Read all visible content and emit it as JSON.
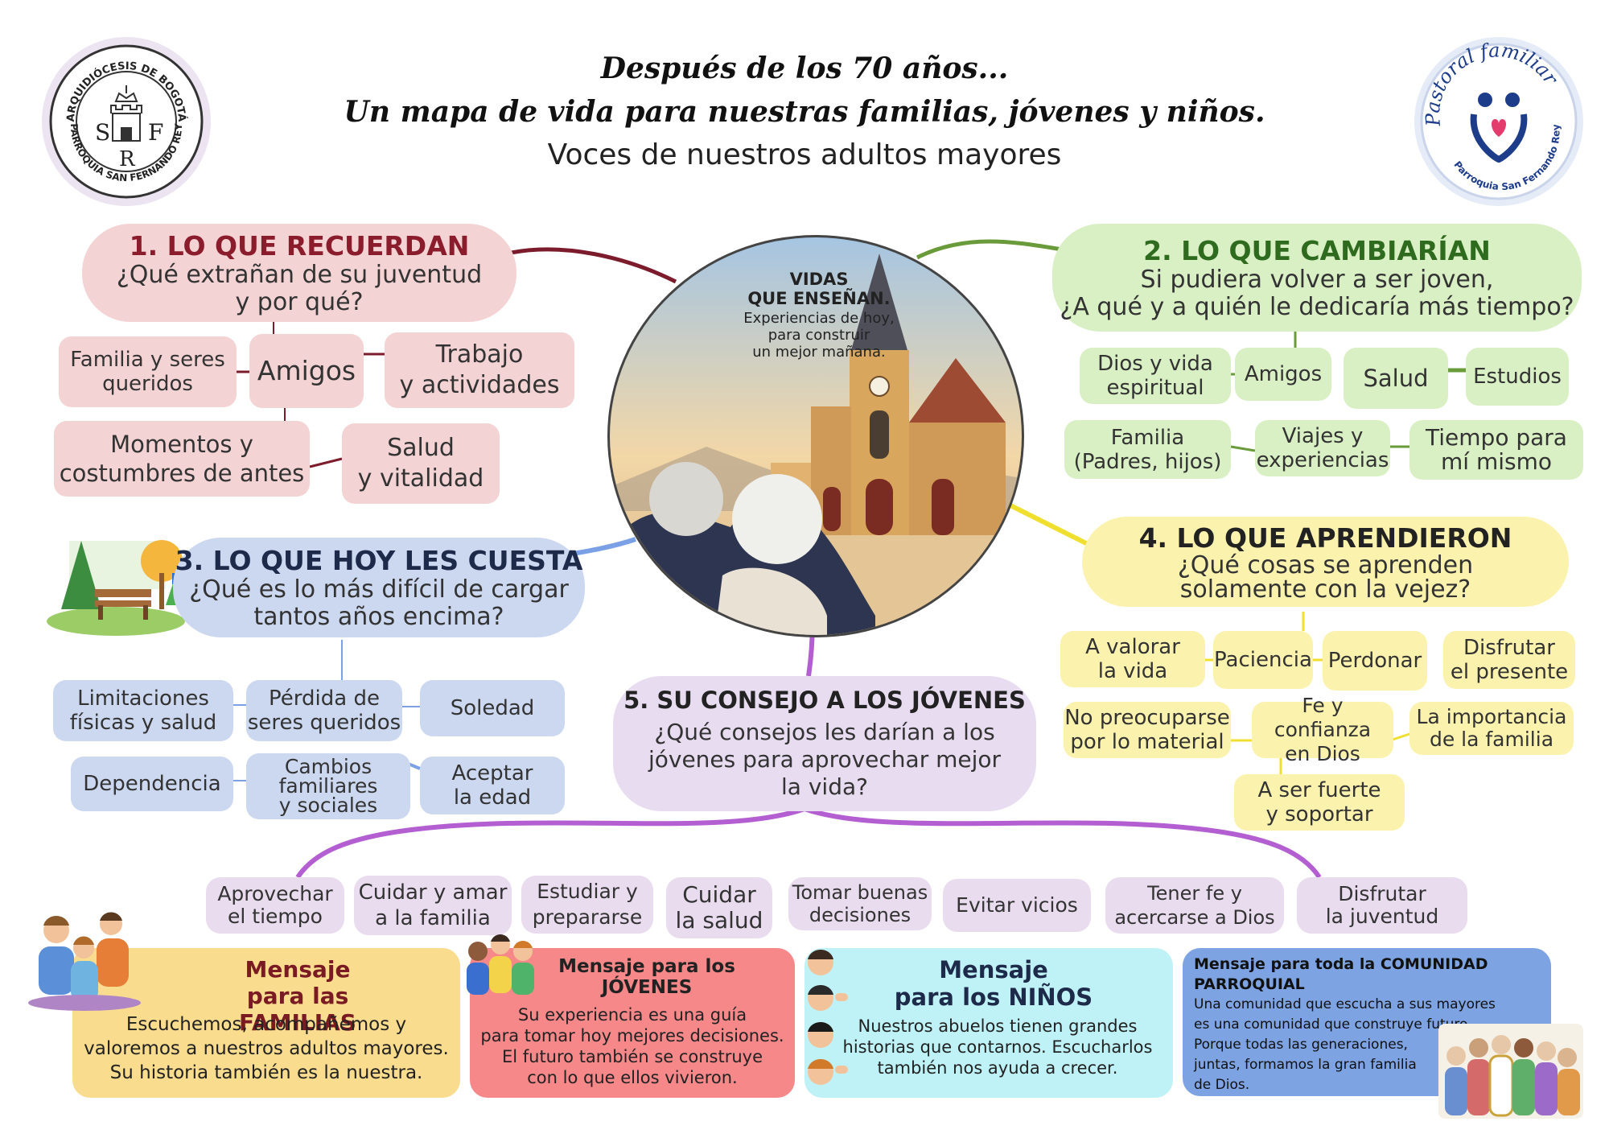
{
  "header": {
    "line1": "Después de los 70 años...",
    "line2": "Un mapa de vida para nuestras familias, jóvenes y niños.",
    "line3": "Voces de nuestros adultos mayores"
  },
  "logo_left": {
    "top_text": "ARQUIDIÓCESIS DE BOGOTÁ",
    "bottom_text": "PARROQUIA SAN FERNANDO REY",
    "letter_s": "S",
    "letter_f": "F",
    "letter_r": "R"
  },
  "logo_right": {
    "script_text": "Pastoral familiar",
    "bottom_text": "Parroquia San Fernando Rey"
  },
  "center": {
    "title_line1": "VIDAS",
    "title_line2": "QUE ENSEÑAN.",
    "sub_line1": "Experiencias de hoy,",
    "sub_line2": "para construir",
    "sub_line3": "un mejor mañana."
  },
  "section1": {
    "title": "1. LO QUE RECUERDAN",
    "question_line1": "¿Qué extrañan de su juventud",
    "question_line2": "y por qué?",
    "items": [
      {
        "l1": "Familia y seres",
        "l2": "queridos"
      },
      {
        "l1": "Amigos",
        "l2": ""
      },
      {
        "l1": "Trabajo",
        "l2": "y actividades"
      },
      {
        "l1": "Momentos y",
        "l2": "costumbres de antes"
      },
      {
        "l1": "Salud",
        "l2": "y vitalidad"
      }
    ]
  },
  "section2": {
    "title": "2. LO QUE CAMBIARÍAN",
    "question_line1": "Si pudiera volver a ser joven,",
    "question_line2": "¿A qué y a quién le dedicaría más tiempo?",
    "items": [
      {
        "l1": "Dios y vida",
        "l2": "espiritual"
      },
      {
        "l1": "Amigos",
        "l2": ""
      },
      {
        "l1": "Salud",
        "l2": ""
      },
      {
        "l1": "Estudios",
        "l2": ""
      },
      {
        "l1": "Familia",
        "l2": "(Padres, hijos)"
      },
      {
        "l1": "Viajes y",
        "l2": "experiencias"
      },
      {
        "l1": "Tiempo para",
        "l2": "mí mismo"
      }
    ]
  },
  "section3": {
    "title": "3. LO QUE HOY LES CUESTA",
    "question_line1": "¿Qué es lo más difícil de cargar",
    "question_line2": "tantos años encima?",
    "items": [
      {
        "l1": "Limitaciones",
        "l2": "físicas y salud",
        "l3": ""
      },
      {
        "l1": "Pérdida de",
        "l2": "seres queridos",
        "l3": ""
      },
      {
        "l1": "Soledad",
        "l2": "",
        "l3": ""
      },
      {
        "l1": "Dependencia",
        "l2": "",
        "l3": ""
      },
      {
        "l1": "Cambios",
        "l2": "familiares",
        "l3": "y sociales"
      },
      {
        "l1": "Aceptar",
        "l2": "la edad",
        "l3": ""
      }
    ]
  },
  "section4": {
    "title": "4. LO QUE APRENDIERON",
    "question_line1": "¿Qué cosas se aprenden",
    "question_line2": "solamente con la vejez?",
    "items": [
      {
        "l1": "A valorar",
        "l2": "la vida"
      },
      {
        "l1": "Paciencia",
        "l2": ""
      },
      {
        "l1": "Perdonar",
        "l2": ""
      },
      {
        "l1": "Disfrutar",
        "l2": "el presente"
      },
      {
        "l1": "No preocuparse",
        "l2": "por lo material"
      },
      {
        "l1": "Fe y confianza",
        "l2": "en Dios"
      },
      {
        "l1": "La importancia",
        "l2": "de la familia"
      },
      {
        "l1": "A ser fuerte",
        "l2": "y soportar"
      }
    ]
  },
  "section5": {
    "title": "5. SU CONSEJO A LOS JÓVENES",
    "question_line1": "¿Qué consejos les darían a los",
    "question_line2": "jóvenes para aprovechar mejor",
    "question_line3": "la vida?",
    "items": [
      {
        "l1": "Aprovechar",
        "l2": "el tiempo"
      },
      {
        "l1": "Cuidar y amar",
        "l2": "a la familia"
      },
      {
        "l1": "Estudiar y",
        "l2": "prepararse"
      },
      {
        "l1": "Cuidar",
        "l2": "la salud"
      },
      {
        "l1": "Tomar buenas",
        "l2": "decisiones"
      },
      {
        "l1": "Evitar vicios",
        "l2": ""
      },
      {
        "l1": "Tener fe y",
        "l2": "acercarse a Dios"
      },
      {
        "l1": "Disfrutar",
        "l2": "la juventud"
      }
    ]
  },
  "messages": {
    "familias": {
      "title_line1": "Mensaje",
      "title_line2": "para las FAMILIAS",
      "body_line1": "Escuchemos, acompañemos y",
      "body_line2": "valoremos a nuestros adultos mayores.",
      "body_line3": "Su historia también es la nuestra."
    },
    "jovenes": {
      "title_line1": "Mensaje para los",
      "title_line2": "JÓVENES",
      "body_line1": "Su experiencia es una guía",
      "body_line2": "para tomar hoy mejores decisiones.",
      "body_line3": "El futuro también se construye",
      "body_line4": "con lo que ellos vivieron."
    },
    "ninos": {
      "title_line1": "Mensaje",
      "title_line2": "para los NIÑOS",
      "body_line1": "Nuestros abuelos tienen grandes",
      "body_line2": "historias que contarnos. Escucharlos",
      "body_line3": "también nos ayuda a crecer."
    },
    "comunidad": {
      "title_line1": "Mensaje para toda la COMUNIDAD",
      "title_line2": "PARROQUIAL",
      "body_line1": "Una comunidad que escucha a sus mayores",
      "body_line2": "es una comunidad que construye futuro.",
      "body_line3": "Porque todas las generaciones,",
      "body_line4": "juntas, formamos la gran familia",
      "body_line5": "de Dios."
    }
  },
  "colors": {
    "s1_title": "#8a1c2c",
    "s1_bg": "#f3d3d4",
    "s2_title": "#2f6b1f",
    "s2_bg": "#d9efc4",
    "s3_title": "#1d2a4a",
    "s3_bg": "#ccd8f0",
    "s4_title": "#222222",
    "s4_bg": "#fbf2ae",
    "s5_title": "#222222",
    "s5_bg": "#e8dcf0",
    "msg_familias": "#f9dc8e",
    "msg_jovenes": "#f6888a",
    "msg_ninos": "#bff2f6",
    "msg_comunidad": "#7ea3e2"
  },
  "icons": [
    "park-bench-icon",
    "church-illustration-icon",
    "family-icon",
    "youth-group-icon",
    "children-icon",
    "community-icon",
    "pastoral-family-icon"
  ]
}
